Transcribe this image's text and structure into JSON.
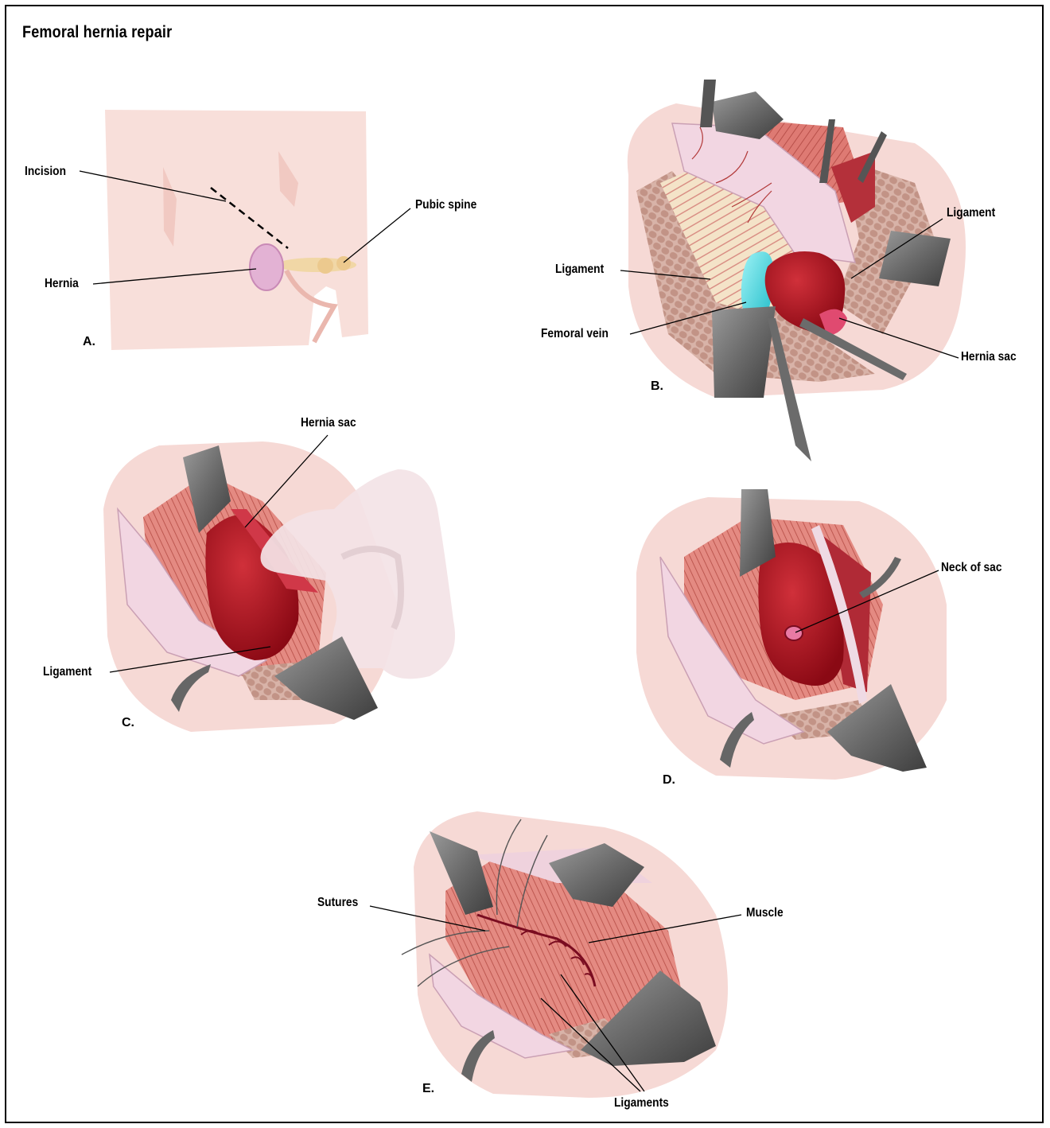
{
  "title": "Femoral hernia repair",
  "panels": {
    "a": {
      "letter": "A.",
      "labels": {
        "incision": "Incision",
        "pubic_spine": "Pubic spine",
        "hernia": "Hernia"
      }
    },
    "b": {
      "letter": "B.",
      "labels": {
        "ligament_left": "Ligament",
        "ligament_right": "Ligament",
        "femoral_vein": "Femoral vein",
        "hernia_sac": "Hernia sac"
      }
    },
    "c": {
      "letter": "C.",
      "labels": {
        "hernia_sac": "Hernia sac",
        "ligament": "Ligament"
      }
    },
    "d": {
      "letter": "D.",
      "labels": {
        "neck_of_sac": "Neck of sac"
      }
    },
    "e": {
      "letter": "E.",
      "labels": {
        "sutures": "Sutures",
        "muscle": "Muscle",
        "ligaments": "Ligaments"
      }
    }
  },
  "colors": {
    "skin": "#f6dcd8",
    "muscle": "#d9716c",
    "sac": "#a8101c",
    "vein": "#3ad8e0",
    "retractor": "#7c7c7c",
    "fat": "#c9a59a"
  }
}
